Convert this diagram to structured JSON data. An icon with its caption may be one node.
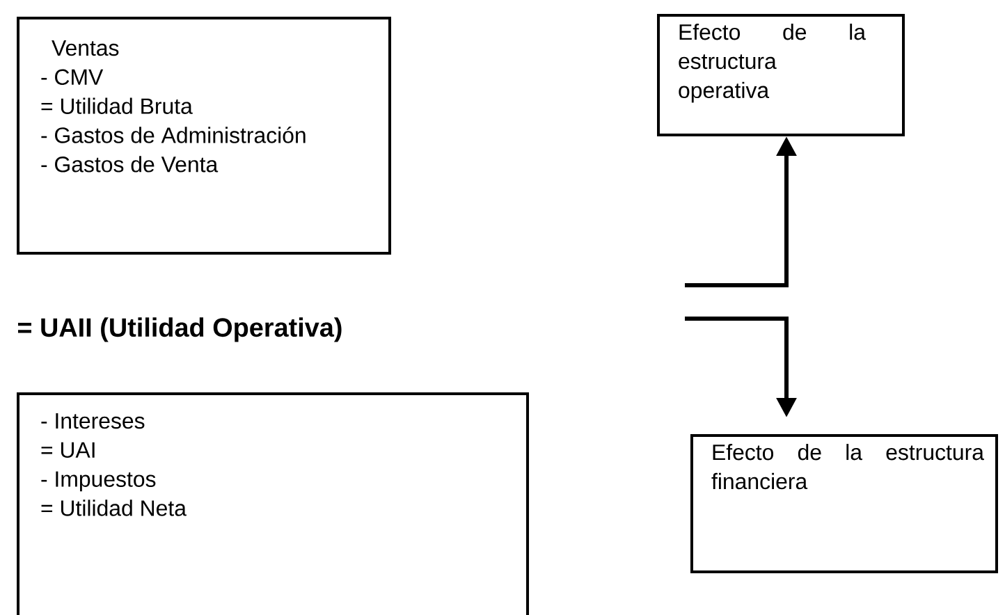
{
  "diagram": {
    "nodes": [
      {
        "text": [
          "Ventas",
          "- CMV",
          "= Utilidad Bruta",
          "- Gastos de Administración",
          "- Gastos de Venta"
        ]
      },
      {
        "text": [
          "Efecto de la estructura operativa"
        ]
      },
      {
        "text": [
          "- Intereses",
          "= UAI",
          "- Impuestos",
          "= Utilidad Neta"
        ]
      },
      {
        "text": [
          "Efecto de la estructura financiera"
        ]
      }
    ],
    "edges": [
      {
        "from": null,
        "to": 1,
        "arrow": "to"
      },
      {
        "from": null,
        "to": 3,
        "arrow": "to"
      }
    ],
    "labels": [
      "= UAII (Utilidad Operativa)"
    ]
  }
}
